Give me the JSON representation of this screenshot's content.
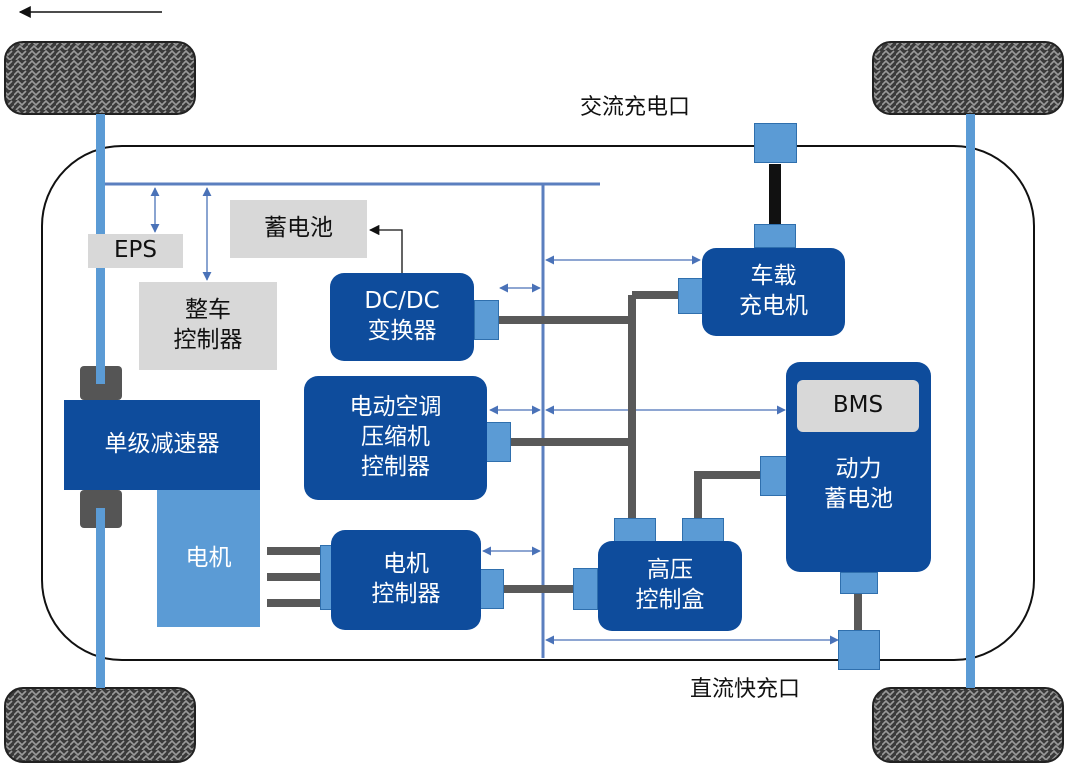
{
  "labels": {
    "ac_charge_port": "交流充电口",
    "dc_fast_charge_port": "直流快充口",
    "eps": "EPS",
    "lv_battery": "蓄电池",
    "vehicle_controller": "整车\n控制器",
    "dcdc_converter": "DC/DC\n变换器",
    "onboard_charger": "车载\n充电机",
    "ac_compressor_controller": "电动空调\n压缩机\n控制器",
    "bms": "BMS",
    "power_battery": "动力\n蓄电池",
    "single_stage_reducer": "单级减速器",
    "motor": "电机",
    "motor_controller": "电机\n控制器",
    "hv_control_box": "高压\n控制盒"
  },
  "icons": {
    "wheel": "tire-icon",
    "direction": "left-arrow-icon"
  },
  "colors": {
    "module_blue": "#0e4c9c",
    "connector_blue": "#5b9bd5",
    "hv_cable": "#595959",
    "can_bus": "#5b7fbf",
    "label_gray": "#d8d8d8"
  }
}
